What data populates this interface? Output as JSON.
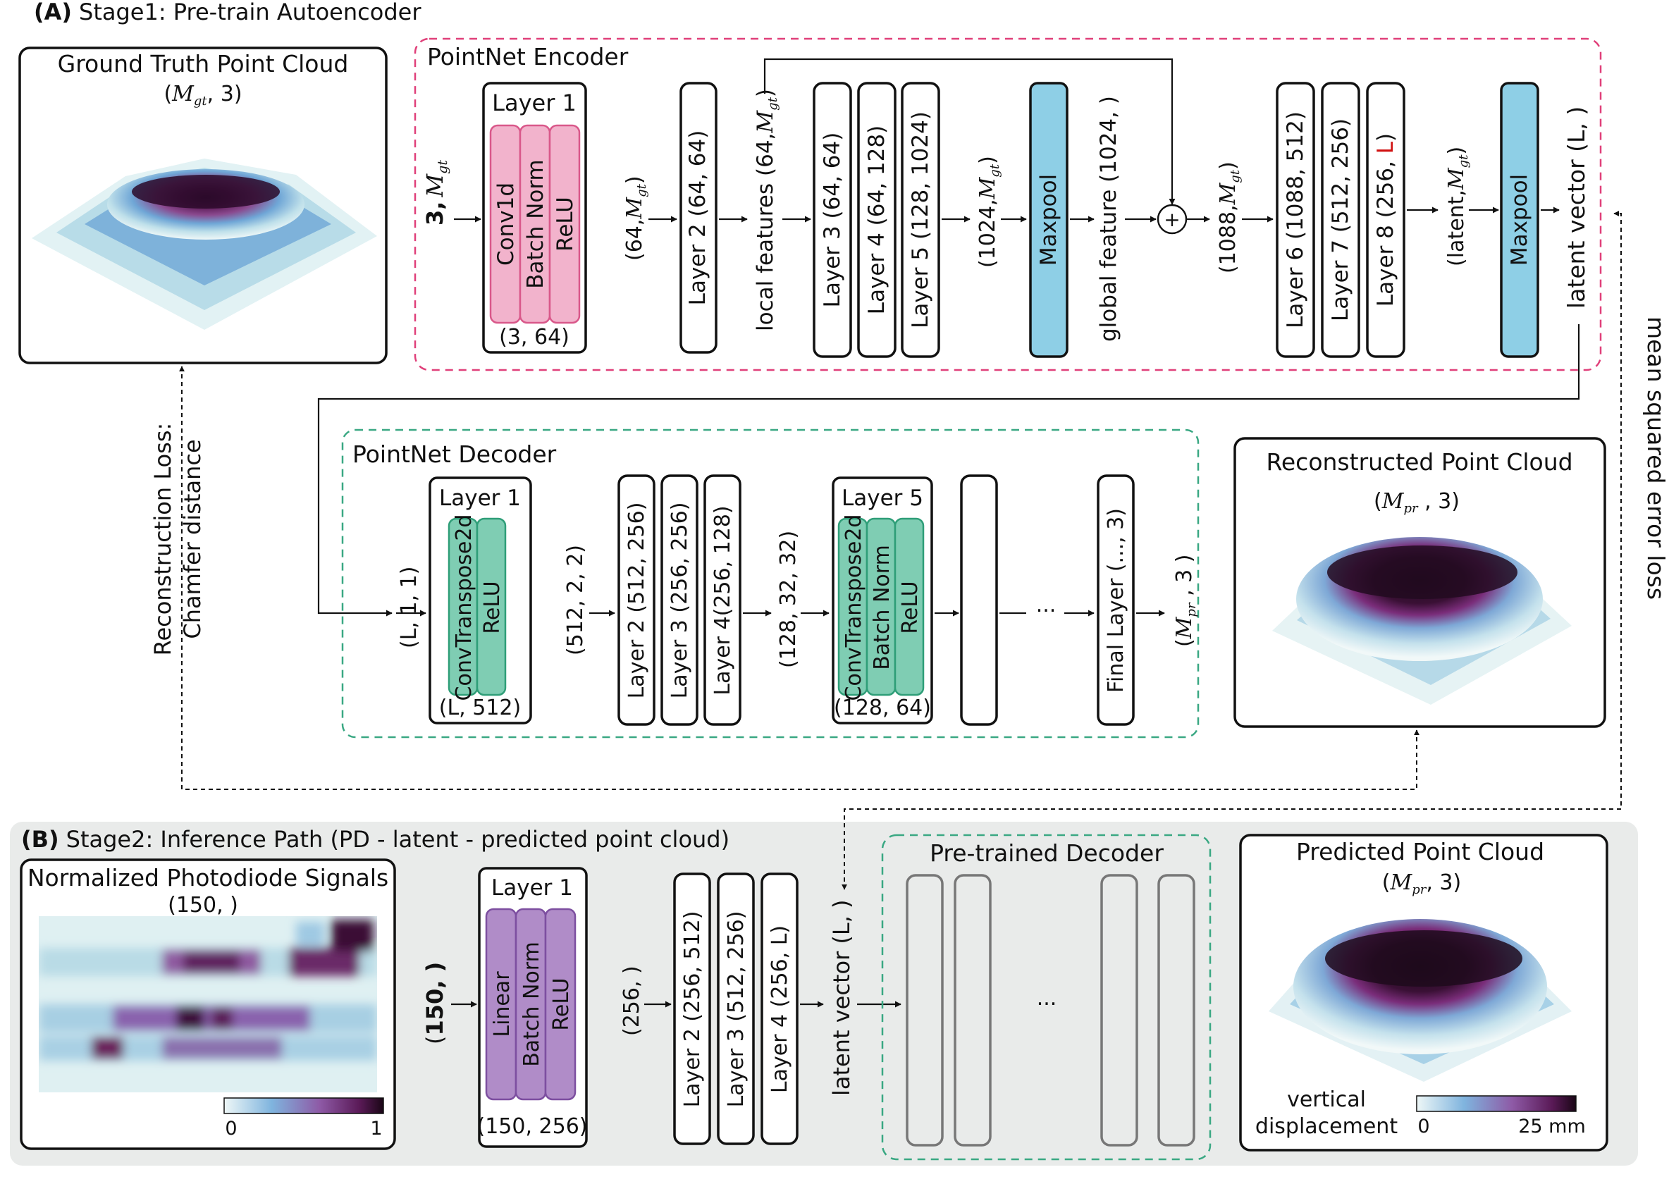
{
  "stage1": {
    "label_letter": "(A)",
    "label_text": "Stage1: Pre-train Autoencoder",
    "ground_truth": {
      "title": "Ground Truth Point Cloud",
      "shape_var": "M",
      "shape_sub": "gt",
      "shape_rest": ", 3)"
    },
    "encoder": {
      "title": "PointNet Encoder",
      "input_bold": "3,",
      "input_var": "M",
      "input_sub": "gt",
      "layer1": {
        "title": "Layer 1",
        "ops": [
          "Conv1d",
          "Batch Norm",
          "ReLU"
        ],
        "shape": "(3, 64)"
      },
      "after_l1_pre": "(64,",
      "after_l1_var": "M",
      "after_l1_sub": "gt",
      "layer2": "Layer 2 (64, 64)",
      "local_pre": "local features (64,",
      "local_var": "M",
      "local_sub": "gt",
      "layers_345": [
        "Layer 3 (64, 64)",
        "Layer 4 (64, 128)",
        "Layer 5 (128, 1024)"
      ],
      "after_l5_pre": "(1024,",
      "after_l5_var": "M",
      "after_l5_sub": "gt",
      "maxpool": "Maxpool",
      "global_feature": "global feature (1024, )",
      "plus": "+",
      "concat_pre": "(1088,",
      "concat_var": "M",
      "concat_sub": "gt",
      "layers_67": [
        "Layer 6 (1088, 512)",
        "Layer 7 (512, 256)"
      ],
      "layer8_pre": "Layer 8 (256, ",
      "layer8_L": "L",
      "layer8_post": ")",
      "latent_pre": "(latent,",
      "latent_var": "M",
      "latent_sub": "gt",
      "maxpool2": "Maxpool",
      "latent_vector": "latent vector (L, )"
    },
    "decoder": {
      "title": "PointNet Decoder",
      "input": "(L, 1, 1)",
      "layer1": {
        "title": "Layer 1",
        "ops": [
          "ConvTranspose2d",
          "ReLU"
        ],
        "shape": "(L, 512)"
      },
      "after_l1": "(512, 2, 2)",
      "layers_234": [
        "Layer 2 (512, 256)",
        "Layer 3 (256, 256)",
        "Layer 4(256, 128)"
      ],
      "after_l4": "(128, 32, 32)",
      "layer5": {
        "title": "Layer 5",
        "ops": [
          "ConvTranspose2d",
          "Batch Norm",
          "ReLU"
        ],
        "shape": "(128, 64)"
      },
      "dots": "...",
      "final_layer": "Final Layer (..., 3)",
      "out_var": "M",
      "out_sub": "pr",
      "out_rest": " , 3 )"
    },
    "reconstructed": {
      "title": "Reconstructed Point Cloud",
      "shape_var": "M",
      "shape_sub": "pr",
      "shape_rest": " , 3)"
    },
    "loss_left_1": "Reconstruction Loss:",
    "loss_left_2": "Chamfer distance",
    "loss_right": "mean squared error loss"
  },
  "stage2": {
    "label_letter": "(B)",
    "label_text": "Stage2: Inference Path (PD - latent - predicted point cloud)",
    "photodiode": {
      "title": "Normalized Photodiode Signals",
      "shape": "(150, )",
      "cbar_min": "0",
      "cbar_max": "1"
    },
    "input_bold": "150, )",
    "layer1": {
      "title": "Layer 1",
      "ops": [
        "Linear",
        "Batch Norm",
        "ReLU"
      ],
      "shape": "(150, 256)"
    },
    "after_l1": "(256, )",
    "layers_234": [
      "Layer 2 (256, 512)",
      "Layer 3 (512, 256)",
      "Layer 4 (256, L)"
    ],
    "latent_vector": "latent vector (L, )",
    "pretrained_decoder": "Pre-trained Decoder",
    "dots": "...",
    "predicted": {
      "title": "Predicted Point Cloud",
      "shape_var": "M",
      "shape_sub": "pr",
      "shape_rest": ", 3)"
    },
    "colorbar": {
      "label_1": "vertical",
      "label_2": "displacement",
      "min": "0",
      "max": "25 mm"
    }
  },
  "colors": {
    "encoder_border": "#e0407a",
    "decoder_border": "#3aa883",
    "conv1d_fill": "#f2b3cc",
    "conv1d_stroke": "#d9588a",
    "maxpool_fill": "#8ecfe6",
    "convt_fill": "#7fcdb3",
    "convt_stroke": "#2f9e78",
    "linear_fill": "#b08cc8",
    "linear_stroke": "#7d4fa0",
    "stage2_bg": "#e9ebea",
    "highlight_L": "#d01010"
  }
}
